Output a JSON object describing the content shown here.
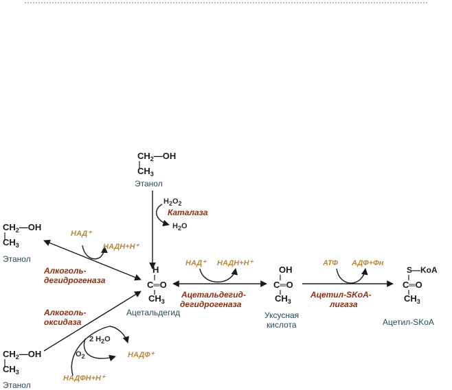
{
  "formulas": {
    "ch2oh_ch2": "CH",
    "ch2oh_2": "2",
    "ch2oh_oh": "—OH",
    "ch3_ch": "CH",
    "ch3_3": "3",
    "h": "H",
    "c_o": "C═O",
    "oh": "OH",
    "s_koa": "S—KoA"
  },
  "compounds": {
    "ethanol_top": "Этанол",
    "ethanol_left": "Этанол",
    "ethanol_bottom": "Этанол",
    "acetaldehyde": "Ацетальдегид",
    "acetic_acid_1": "Уксусная",
    "acetic_acid_2": "кислота",
    "acetyl_scoa": "Ацетил-SKoA"
  },
  "enzymes": {
    "catalase": "Каталаза",
    "adh_1": "Алкоголь-",
    "adh_2": "дегидрогеназа",
    "aox_1": "Алкоголь-",
    "aox_2": "оксидаза",
    "aldh_1": "Ацетальдегид-",
    "aldh_2": "дегидрогеназа",
    "acs_1": "Ацетил-SKoA-",
    "acs_2": "лигаза"
  },
  "cofactors": {
    "h2o2": "H",
    "h2o2_sub": "2",
    "h2o2_o": "O",
    "h2o2_sub2": "2",
    "h2o_h": "H",
    "h2o_sub": "2",
    "h2o_o": "O",
    "nad_adh": "НАД⁺",
    "nadh_adh": "НАДН+Н⁺",
    "nad_aldh": "НАД⁺",
    "nadh_aldh": "НАДН+Н⁺",
    "atp": "АТФ",
    "adp": "АДФ+Фн",
    "o2_o": "O",
    "o2_sub": "2",
    "two_h2o": "2 H",
    "two_h2o_sub": "2",
    "two_h2o_o": "O",
    "nadf": "НАДФ⁺",
    "nadfh": "НАДФН+Н⁺"
  }
}
